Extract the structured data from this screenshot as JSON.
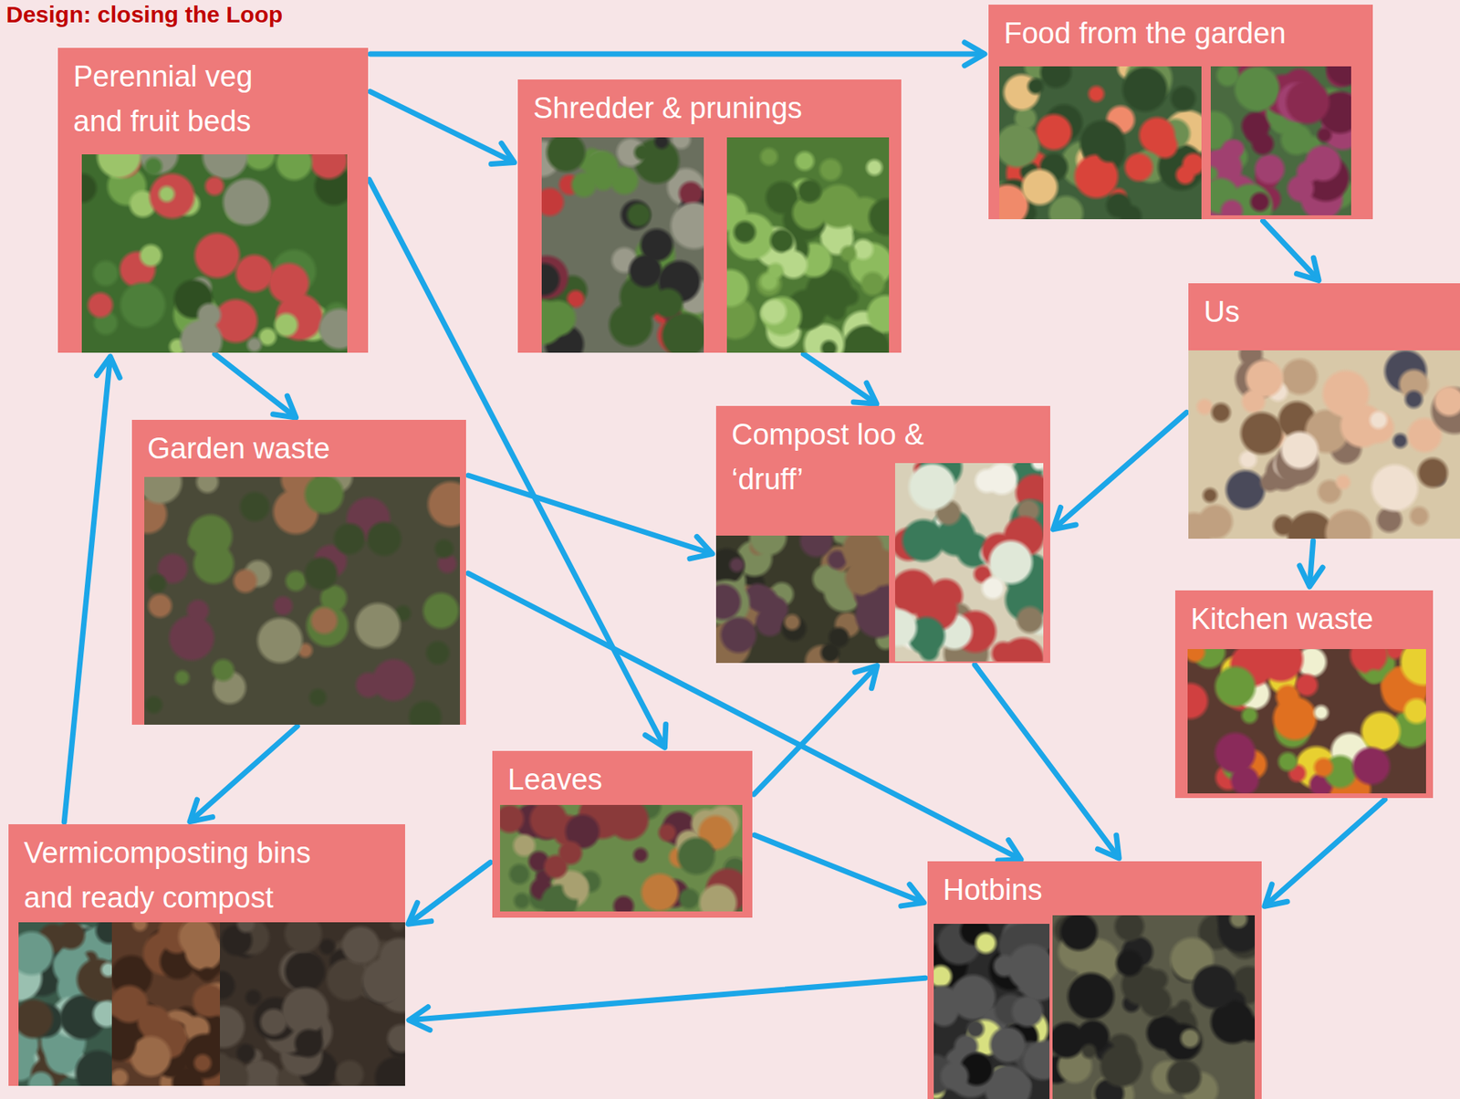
{
  "diagram": {
    "title": "Design: closing the Loop",
    "nodes": [
      {
        "text": [
          "Perennial veg and fruit beds"
        ]
      },
      {
        "text": [
          "Shredder & prunings"
        ]
      },
      {
        "text": [
          "Food from the garden"
        ]
      },
      {
        "text": [
          "Us"
        ]
      },
      {
        "text": [
          "Garden waste"
        ]
      },
      {
        "text": [
          "Compost loo & ‘druff’"
        ]
      },
      {
        "text": [
          "Kitchen waste"
        ]
      },
      {
        "text": [
          "Leaves"
        ]
      },
      {
        "text": [
          "Vermicomposting bins and ready compost"
        ]
      },
      {
        "text": [
          "Hotbins"
        ]
      }
    ],
    "edges": [
      {
        "from": 0,
        "to": 2,
        "arrow": "to"
      },
      {
        "from": 0,
        "to": 1,
        "arrow": "to"
      },
      {
        "from": 0,
        "to": 7,
        "arrow": "to"
      },
      {
        "from": 0,
        "to": 4,
        "arrow": "to"
      },
      {
        "from": 2,
        "to": 3,
        "arrow": "to"
      },
      {
        "from": 1,
        "to": 5,
        "arrow": "to"
      },
      {
        "from": 3,
        "to": 5,
        "arrow": "to"
      },
      {
        "from": 3,
        "to": 6,
        "arrow": "to"
      },
      {
        "from": 4,
        "to": 5,
        "arrow": "to"
      },
      {
        "from": 4,
        "to": 9,
        "arrow": "to"
      },
      {
        "from": 4,
        "to": 8,
        "arrow": "to"
      },
      {
        "from": 7,
        "to": 5,
        "arrow": "to"
      },
      {
        "from": 7,
        "to": 8,
        "arrow": "to"
      },
      {
        "from": 7,
        "to": 9,
        "arrow": "to"
      },
      {
        "from": 5,
        "to": 9,
        "arrow": "to"
      },
      {
        "from": 6,
        "to": 9,
        "arrow": "to"
      },
      {
        "from": 9,
        "to": 8,
        "arrow": "to"
      },
      {
        "from": 8,
        "to": 0,
        "arrow": "to"
      }
    ]
  }
}
